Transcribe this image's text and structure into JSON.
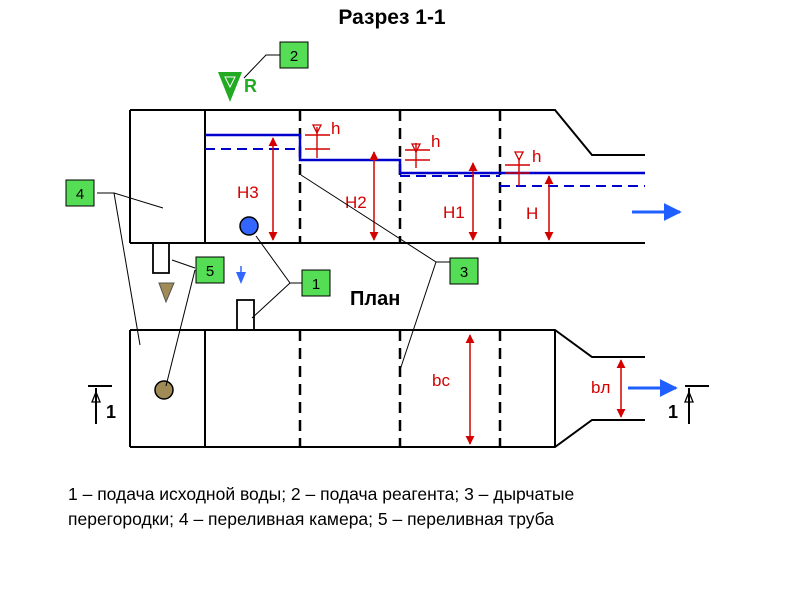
{
  "title": "Разрез 1-1",
  "plan_label": "План",
  "callouts": [
    "1",
    "2",
    "3",
    "4",
    "5"
  ],
  "reagent_label": "R",
  "dimensions": {
    "h_1": "h",
    "h_2": "h",
    "h_3": "h",
    "H3": "H3",
    "H2": "H2",
    "H1": "H1",
    "H": "H",
    "bc": "bc",
    "bl": "bл"
  },
  "section_marks": [
    "1",
    "1"
  ],
  "legend": {
    "line1": "1 – подача исходной воды; 2 – подача реагента; 3 – дырчатые",
    "line2": "перегородки; 4 – переливная камера; 5 – переливная труба"
  },
  "colors": {
    "water": "#0000cc",
    "dimension": "#d40000",
    "callout_box": "#55dd55",
    "reagent_marker": "#22aa22",
    "inlet_pipe": "#3366ff",
    "overflow_pipe": "#a08a55",
    "flow_arrow": "#1f5fff"
  }
}
